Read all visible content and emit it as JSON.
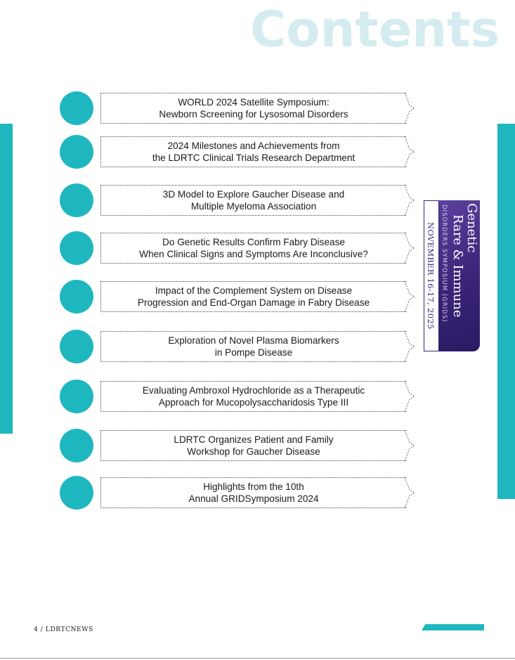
{
  "page_title": "Contents",
  "entries": [
    {
      "line1": "WORLD 2024 Satellite Symposium:",
      "line2": "Newborn Screening for Lysosomal Disorders"
    },
    {
      "line1": "2024 Milestones and Achievements from",
      "line2": "the LDRTC Clinical Trials Research Department"
    },
    {
      "line1": "3D Model to Explore Gaucher Disease and",
      "line2": "Multiple Myeloma Association"
    },
    {
      "line1": "Do Genetic Results Confirm Fabry Disease",
      "line2": "When Clinical Signs and Symptoms Are Inconclusive?"
    },
    {
      "line1": "Impact of the Complement System on Disease",
      "line2": "Progression and End-Organ Damage in Fabry Disease"
    },
    {
      "line1": "Exploration of Novel Plasma Biomarkers",
      "line2": "in Pompe Disease"
    },
    {
      "line1": "Evaluating Ambroxol Hydrochloride as a Therapeutic",
      "line2": "Approach for Mucopolysaccharidosis Type III"
    },
    {
      "line1": "LDRTC Organizes Patient and Family",
      "line2": "Workshop for Gaucher Disease"
    },
    {
      "line1": "Highlights from the 10th",
      "line2": "Annual GRIDSymposium 2024"
    }
  ],
  "banner": {
    "line_genetic": "Genetic",
    "line_rare_immune": "Rare & Immune",
    "line_subtitle": "DISORDERS SYMPOSIUM (GRIDS)",
    "date": "NOVEMBER 16-17, 2025"
  },
  "footer": {
    "text": "4 / LDRTCNEWS"
  },
  "colors": {
    "accent_teal": "#1fb7bf",
    "title_tint": "#d4ecef",
    "banner_purple": "#3a2478"
  }
}
